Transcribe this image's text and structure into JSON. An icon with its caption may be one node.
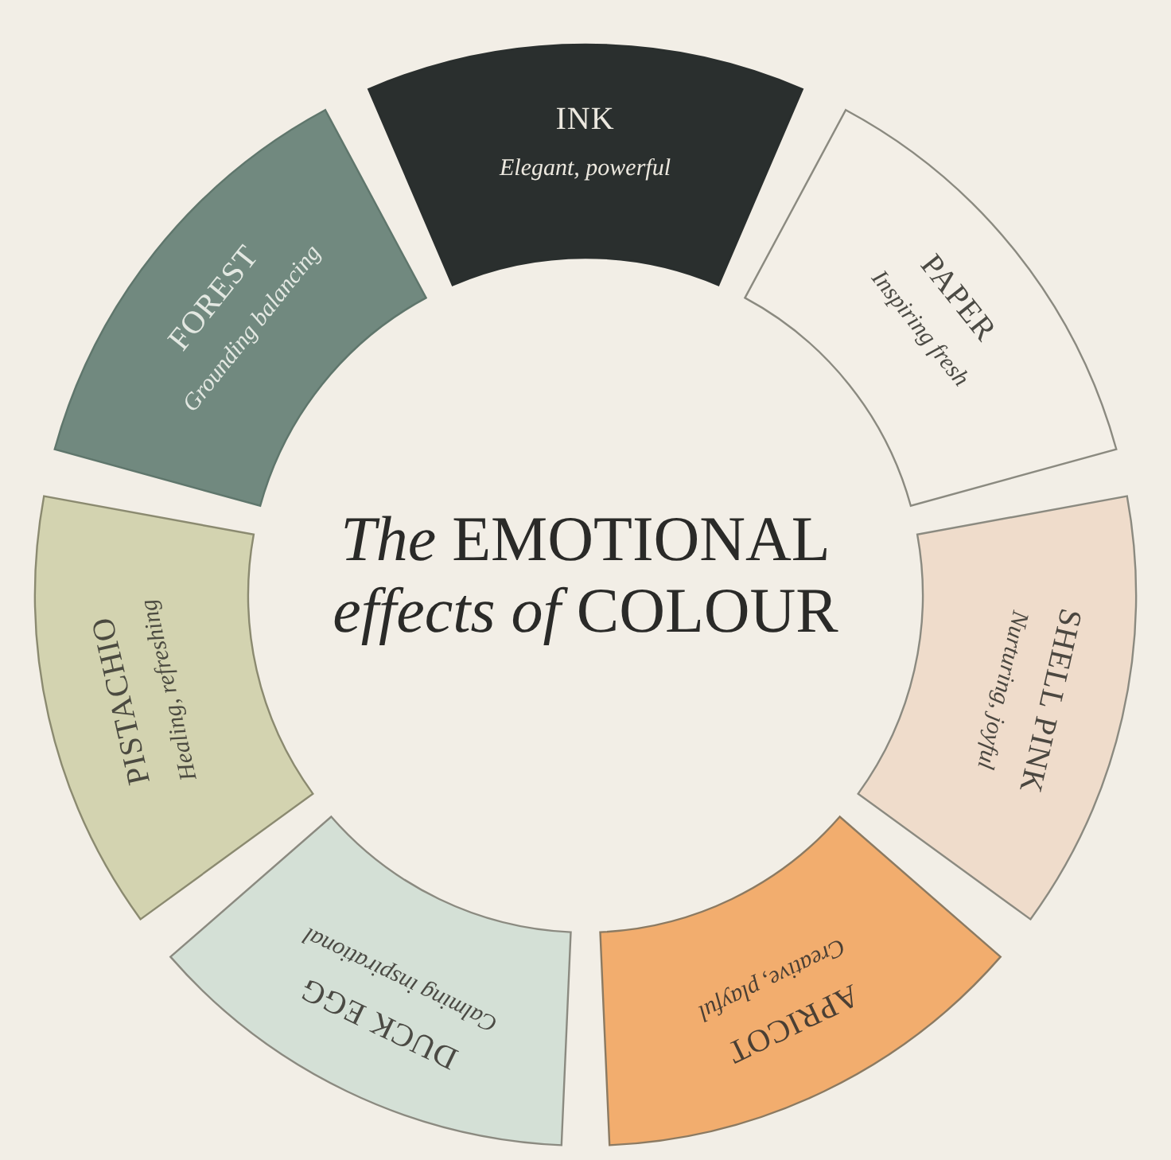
{
  "diagram": {
    "title": "*The* EMOTIONAL *effects of* COLOUR",
    "nodes": [
      {
        "text": [
          "INK",
          "Elegant, powerful"
        ]
      },
      {
        "text": [
          "PAPER",
          "Inspiring fresh"
        ]
      },
      {
        "text": [
          "SHELL PINK",
          "Nurturing, joyful"
        ]
      },
      {
        "text": [
          "APRICOT",
          "Creative, playful"
        ]
      },
      {
        "text": [
          "DUCK EGG",
          "Calming inspirational"
        ]
      },
      {
        "text": [
          "PISTACHIO",
          "Healing, refreshing"
        ]
      },
      {
        "text": [
          "FOREST",
          "Grounding balancing"
        ]
      }
    ]
  }
}
